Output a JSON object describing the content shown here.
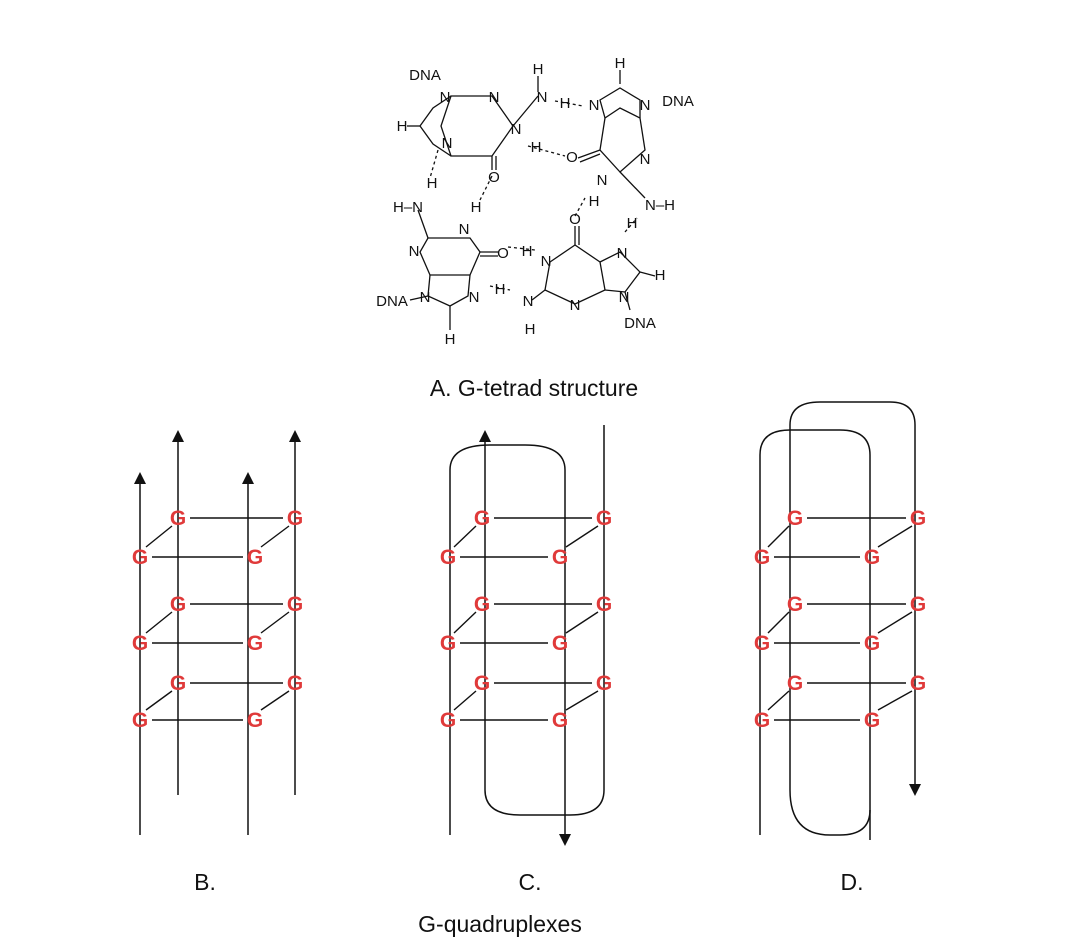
{
  "colors": {
    "stroke": "#111111",
    "g_label": "#e03a3a"
  },
  "panel_a": {
    "caption": "A. G-tetrad structure",
    "dna": "DNA",
    "h": "H",
    "n": "N",
    "o": "O",
    "nh": "N–H",
    "hn": "H–N"
  },
  "quadruplex": {
    "base": "G",
    "layers": 3
  },
  "panels": [
    {
      "id": "b",
      "label": "B."
    },
    {
      "id": "c",
      "label": "C."
    },
    {
      "id": "d",
      "label": "D."
    }
  ],
  "title": "G-quadruplexes"
}
